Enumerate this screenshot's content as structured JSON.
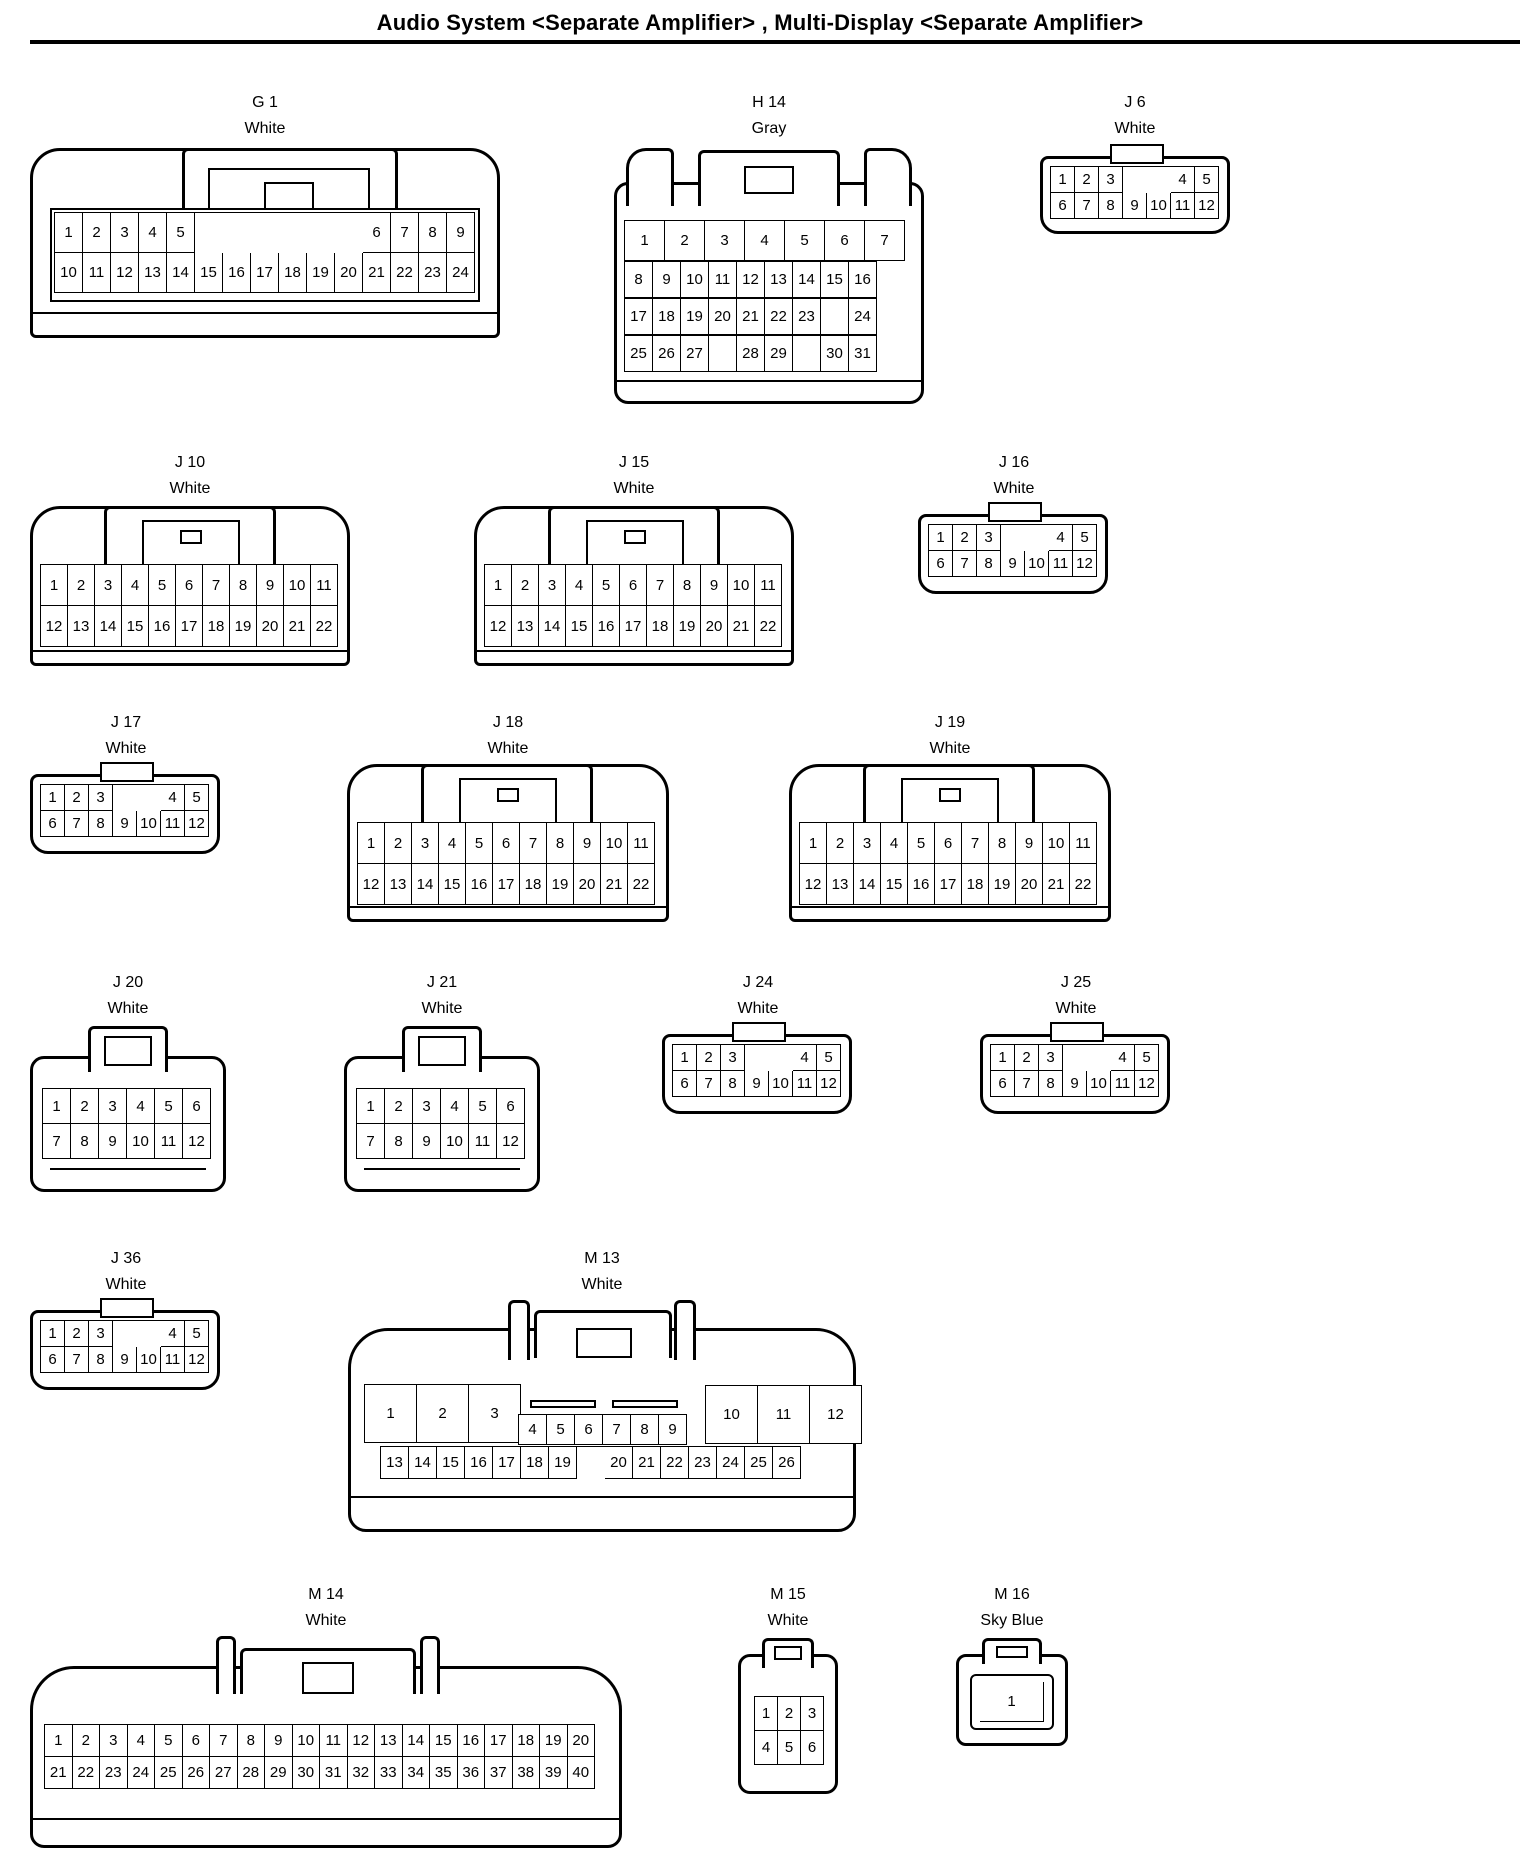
{
  "page": {
    "title": "Audio System <Separate Amplifier> , Multi-Display <Separate Amplifier>"
  },
  "connectors": {
    "G1": {
      "id": "G 1",
      "color": "White",
      "pins": [
        "1",
        "2",
        "3",
        "4",
        "5",
        "",
        "",
        "",
        "",
        "",
        "",
        "6",
        "7",
        "8",
        "9",
        "10",
        "11",
        "12",
        "13",
        "14",
        "15",
        "16",
        "17",
        "18",
        "19",
        "20",
        "21",
        "22",
        "23",
        "24"
      ]
    },
    "H14": {
      "id": "H 14",
      "color": "Gray",
      "pins": [
        "1",
        "2",
        "3",
        "4",
        "5",
        "6",
        "7",
        "8",
        "9",
        "10",
        "11",
        "12",
        "13",
        "14",
        "15",
        "16",
        "17",
        "18",
        "19",
        "20",
        "21",
        "22",
        "23",
        "",
        "24",
        "25",
        "26",
        "27",
        "",
        "28",
        "29",
        "",
        "30",
        "31"
      ]
    },
    "J6": {
      "id": "J 6",
      "color": "White",
      "pins": [
        "1",
        "2",
        "3",
        "",
        "",
        "4",
        "5",
        "6",
        "7",
        "8",
        "9",
        "10",
        "11",
        "12"
      ]
    },
    "J10": {
      "id": "J 10",
      "color": "White",
      "pins": [
        "1",
        "2",
        "3",
        "4",
        "5",
        "6",
        "7",
        "8",
        "9",
        "10",
        "11",
        "12",
        "13",
        "14",
        "15",
        "16",
        "17",
        "18",
        "19",
        "20",
        "21",
        "22"
      ]
    },
    "J15": {
      "id": "J 15",
      "color": "White",
      "pins": [
        "1",
        "2",
        "3",
        "4",
        "5",
        "6",
        "7",
        "8",
        "9",
        "10",
        "11",
        "12",
        "13",
        "14",
        "15",
        "16",
        "17",
        "18",
        "19",
        "20",
        "21",
        "22"
      ]
    },
    "J16": {
      "id": "J 16",
      "color": "White",
      "pins": [
        "1",
        "2",
        "3",
        "",
        "",
        "4",
        "5",
        "6",
        "7",
        "8",
        "9",
        "10",
        "11",
        "12"
      ]
    },
    "J17": {
      "id": "J 17",
      "color": "White",
      "pins": [
        "1",
        "2",
        "3",
        "",
        "",
        "4",
        "5",
        "6",
        "7",
        "8",
        "9",
        "10",
        "11",
        "12"
      ]
    },
    "J18": {
      "id": "J 18",
      "color": "White",
      "pins": [
        "1",
        "2",
        "3",
        "4",
        "5",
        "6",
        "7",
        "8",
        "9",
        "10",
        "11",
        "12",
        "13",
        "14",
        "15",
        "16",
        "17",
        "18",
        "19",
        "20",
        "21",
        "22"
      ]
    },
    "J19": {
      "id": "J 19",
      "color": "White",
      "pins": [
        "1",
        "2",
        "3",
        "4",
        "5",
        "6",
        "7",
        "8",
        "9",
        "10",
        "11",
        "12",
        "13",
        "14",
        "15",
        "16",
        "17",
        "18",
        "19",
        "20",
        "21",
        "22"
      ]
    },
    "J20": {
      "id": "J 20",
      "color": "White",
      "pins": [
        "1",
        "2",
        "3",
        "4",
        "5",
        "6",
        "7",
        "8",
        "9",
        "10",
        "11",
        "12"
      ]
    },
    "J21": {
      "id": "J 21",
      "color": "White",
      "pins": [
        "1",
        "2",
        "3",
        "4",
        "5",
        "6",
        "7",
        "8",
        "9",
        "10",
        "11",
        "12"
      ]
    },
    "J24": {
      "id": "J 24",
      "color": "White",
      "pins": [
        "1",
        "2",
        "3",
        "",
        "",
        "4",
        "5",
        "6",
        "7",
        "8",
        "9",
        "10",
        "11",
        "12"
      ]
    },
    "J25": {
      "id": "J 25",
      "color": "White",
      "pins": [
        "1",
        "2",
        "3",
        "",
        "",
        "4",
        "5",
        "6",
        "7",
        "8",
        "9",
        "10",
        "11",
        "12"
      ]
    },
    "J36": {
      "id": "J 36",
      "color": "White",
      "pins": [
        "1",
        "2",
        "3",
        "",
        "",
        "4",
        "5",
        "6",
        "7",
        "8",
        "9",
        "10",
        "11",
        "12"
      ]
    },
    "M13": {
      "id": "M 13",
      "color": "White",
      "large_pins": [
        "1",
        "2",
        "3",
        "10",
        "11",
        "12"
      ],
      "mid_pins": [
        "4",
        "5",
        "6",
        "7",
        "8",
        "9"
      ],
      "small_pins": [
        "13",
        "14",
        "15",
        "16",
        "17",
        "18",
        "19",
        "",
        "20",
        "21",
        "22",
        "23",
        "24",
        "25",
        "26"
      ]
    },
    "M14": {
      "id": "M 14",
      "color": "White",
      "pins": [
        "1",
        "2",
        "3",
        "4",
        "5",
        "6",
        "7",
        "8",
        "9",
        "10",
        "11",
        "12",
        "13",
        "14",
        "15",
        "16",
        "17",
        "18",
        "19",
        "20",
        "21",
        "22",
        "23",
        "24",
        "25",
        "26",
        "27",
        "28",
        "29",
        "30",
        "31",
        "32",
        "33",
        "34",
        "35",
        "36",
        "37",
        "38",
        "39",
        "40"
      ]
    },
    "M15": {
      "id": "M 15",
      "color": "White",
      "pins": [
        "1",
        "2",
        "3",
        "4",
        "5",
        "6"
      ]
    },
    "M16": {
      "id": "M 16",
      "color": "Sky Blue",
      "pins": [
        "1"
      ]
    }
  }
}
